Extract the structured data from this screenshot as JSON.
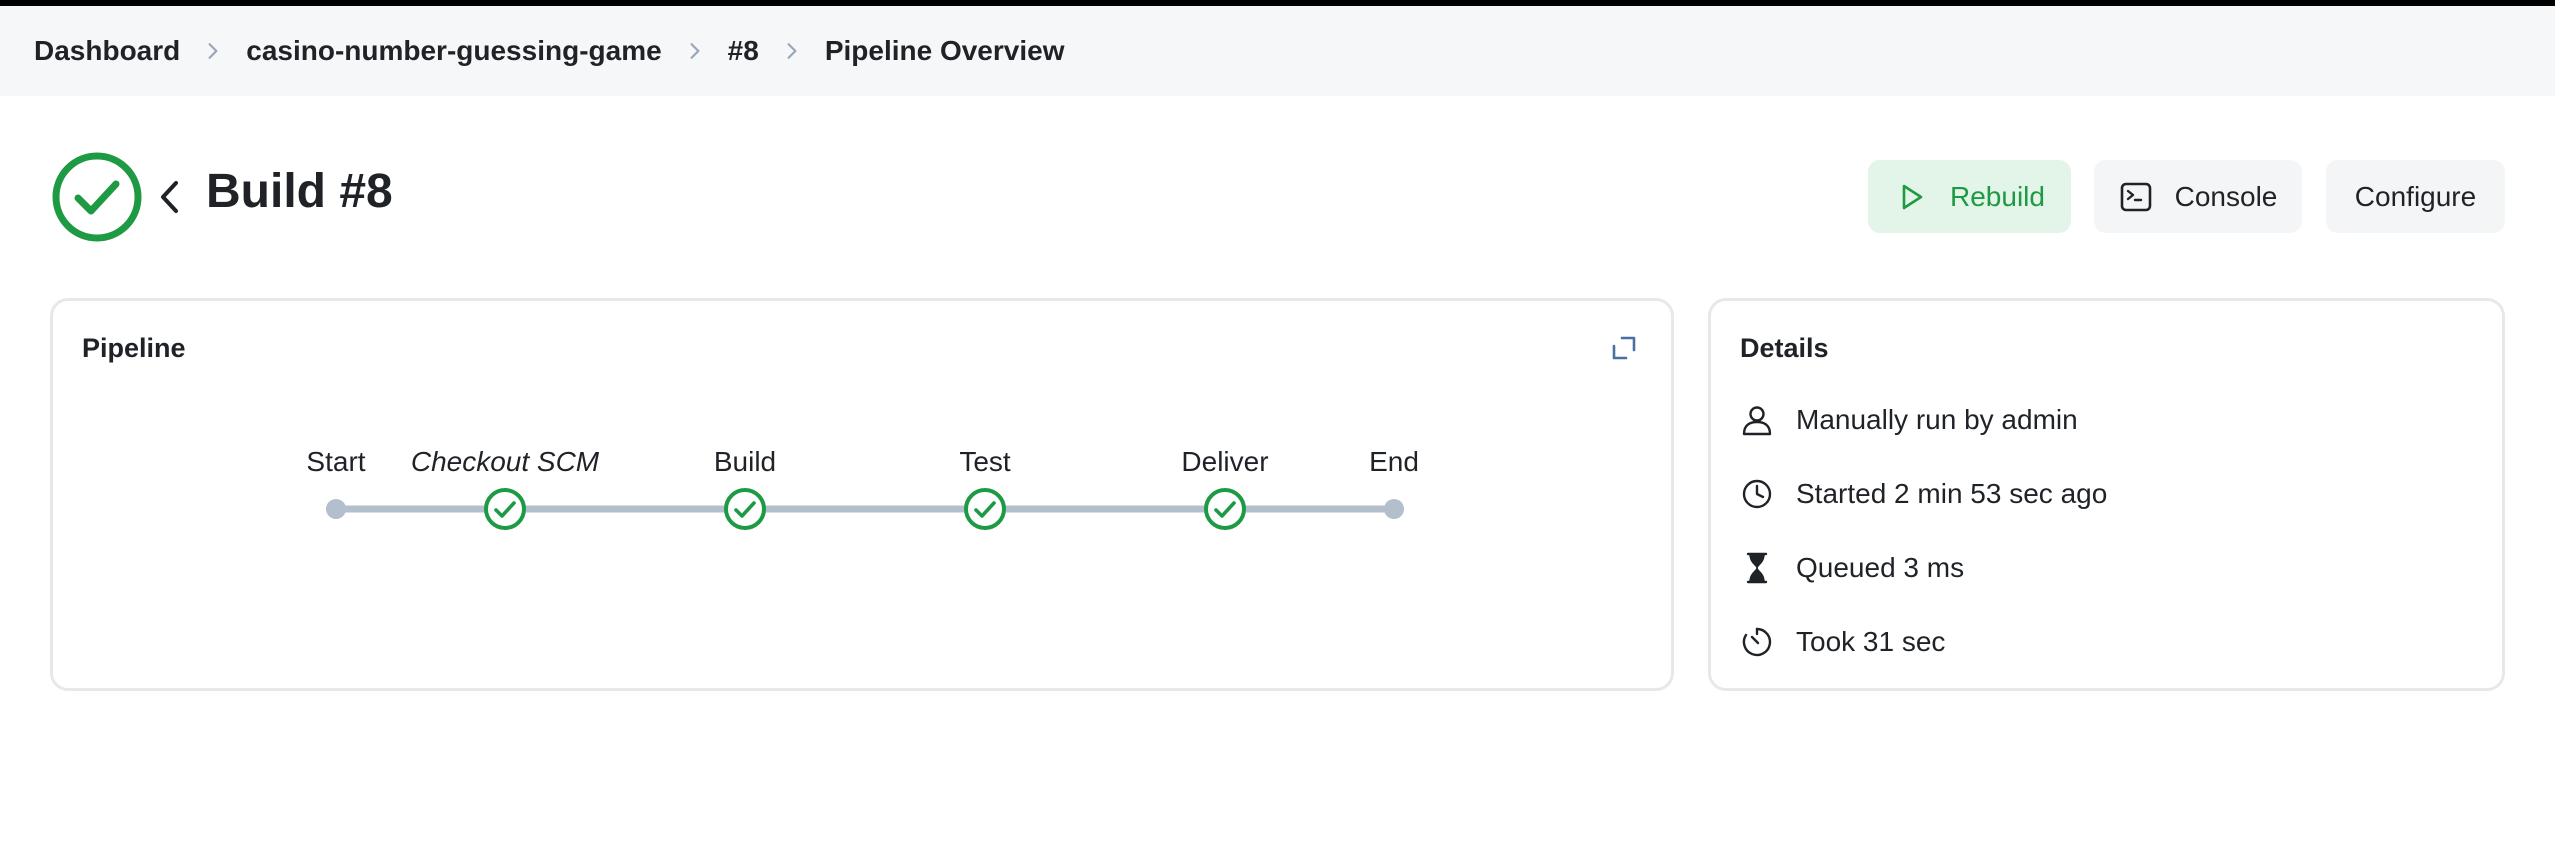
{
  "breadcrumb": {
    "items": [
      {
        "label": "Dashboard"
      },
      {
        "label": "casino-number-guessing-game"
      },
      {
        "label": "#8"
      },
      {
        "label": "Pipeline Overview"
      }
    ]
  },
  "header": {
    "title": "Build #8",
    "status": "success",
    "status_color": "#1e9a44"
  },
  "actions": {
    "rebuild_label": "Rebuild",
    "console_label": "Console",
    "configure_label": "Configure"
  },
  "pipeline": {
    "title": "Pipeline",
    "stages": [
      {
        "label": "Start",
        "kind": "endpoint",
        "italic": false
      },
      {
        "label": "Checkout SCM",
        "kind": "success",
        "italic": true
      },
      {
        "label": "Build",
        "kind": "success",
        "italic": false
      },
      {
        "label": "Test",
        "kind": "success",
        "italic": false
      },
      {
        "label": "Deliver",
        "kind": "success",
        "italic": false
      },
      {
        "label": "End",
        "kind": "endpoint",
        "italic": false
      }
    ],
    "success_color": "#1e9a44",
    "line_color": "#b3bfcc"
  },
  "details": {
    "title": "Details",
    "rows": [
      {
        "icon": "person-icon",
        "text": "Manually run by admin"
      },
      {
        "icon": "clock-icon",
        "text": "Started 2 min 53 sec ago"
      },
      {
        "icon": "hourglass-icon",
        "text": "Queued 3 ms"
      },
      {
        "icon": "timer-icon",
        "text": "Took 31 sec"
      }
    ]
  }
}
